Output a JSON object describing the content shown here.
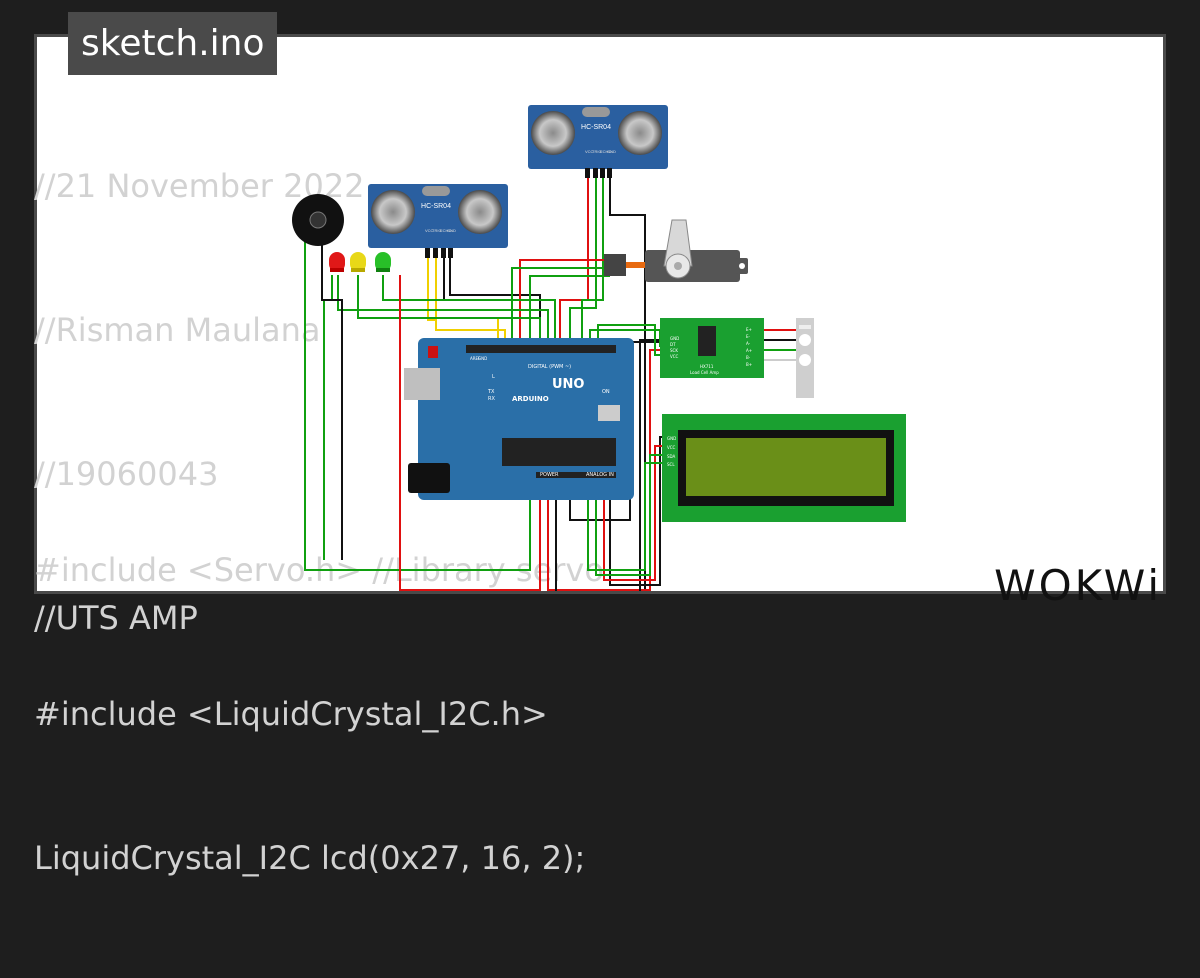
{
  "tab": {
    "title": "sketch.ino"
  },
  "code_top": [
    "//21 November 2022",
    "//Risman Maulana",
    "//19060043",
    "//UTS AMP"
  ],
  "code_bottom": [
    "#include <Servo.h> //Library servo",
    "#include <LiquidCrystal_I2C.h>",
    "LiquidCrystal_I2C lcd(0x27, 16, 2);"
  ],
  "components": {
    "sonar_label": "HC-SR04",
    "sonar_pins": [
      "VCC",
      "TRIG",
      "ECHO",
      "GND"
    ],
    "uno_brand": "UNO",
    "uno_sub": "ARDUINO",
    "uno_digital": "DIGITAL (PWM ~)",
    "uno_analog": "ANALOG IN",
    "uno_power": "POWER",
    "uno_on": "ON",
    "uno_tx": "TX",
    "uno_rx": "RX",
    "uno_l": "L",
    "uno_aref": "AREF",
    "uno_gnd": "GND",
    "hx711_name": "HX711",
    "hx711_label": "Load Cell Amp",
    "hx711_pins": [
      "GND",
      "DT",
      "SCK",
      "VCC"
    ],
    "hx711_right_pins": [
      "E+",
      "E-",
      "A-",
      "A+",
      "B-",
      "B+"
    ],
    "lcd_pins": [
      "GND",
      "VCC",
      "SDA",
      "SCL"
    ]
  },
  "colors": {
    "background": "#1e1e1e",
    "canvas": "#ffffff",
    "tab": "#4a4a4a",
    "code": "#d2d2d2",
    "board": "#2a6fa8",
    "wire_red": "#e01010",
    "wire_green": "#10a010",
    "wire_black": "#111111",
    "wire_yellow": "#f0d000"
  },
  "logo": {
    "text": "WOKWi"
  }
}
